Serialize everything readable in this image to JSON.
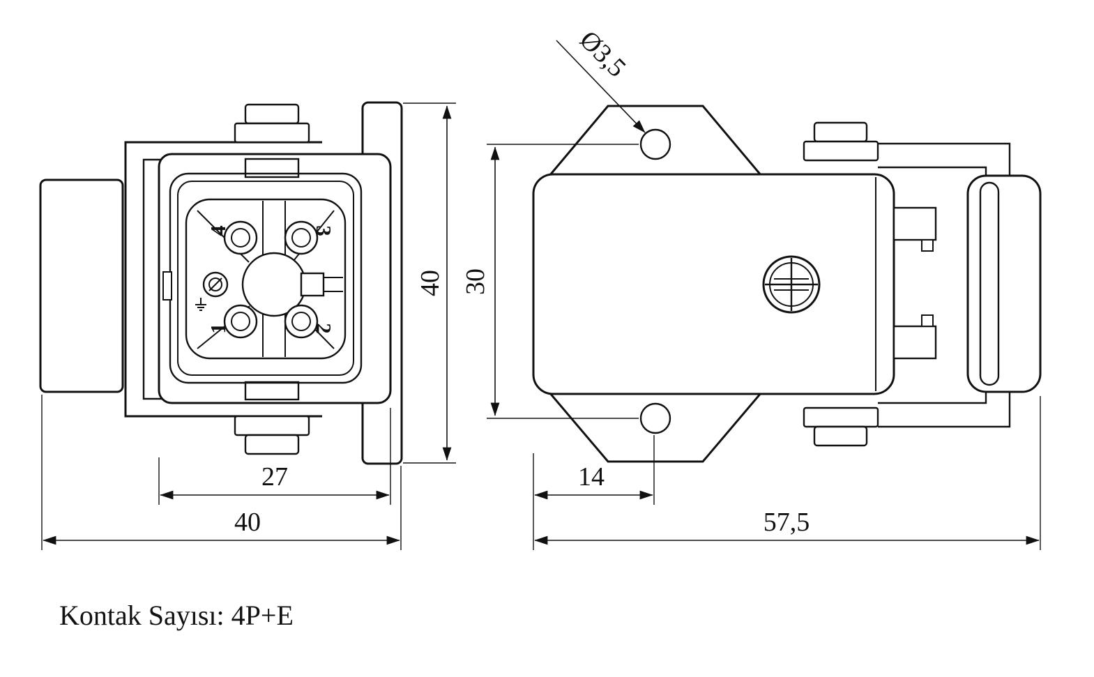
{
  "caption": "Kontak Sayısı: 4P+E",
  "front_view": {
    "contact_labels": {
      "top_left": "4",
      "top_right": "3",
      "bottom_left": "1",
      "bottom_right": "2"
    },
    "dimensions": {
      "height": "40",
      "insert_width": "27",
      "overall_width": "40"
    }
  },
  "side_view": {
    "dimensions": {
      "hole_diameter": "Ø3,5",
      "hole_spacing": "30",
      "edge_to_hole": "14",
      "overall_length": "57,5"
    }
  }
}
